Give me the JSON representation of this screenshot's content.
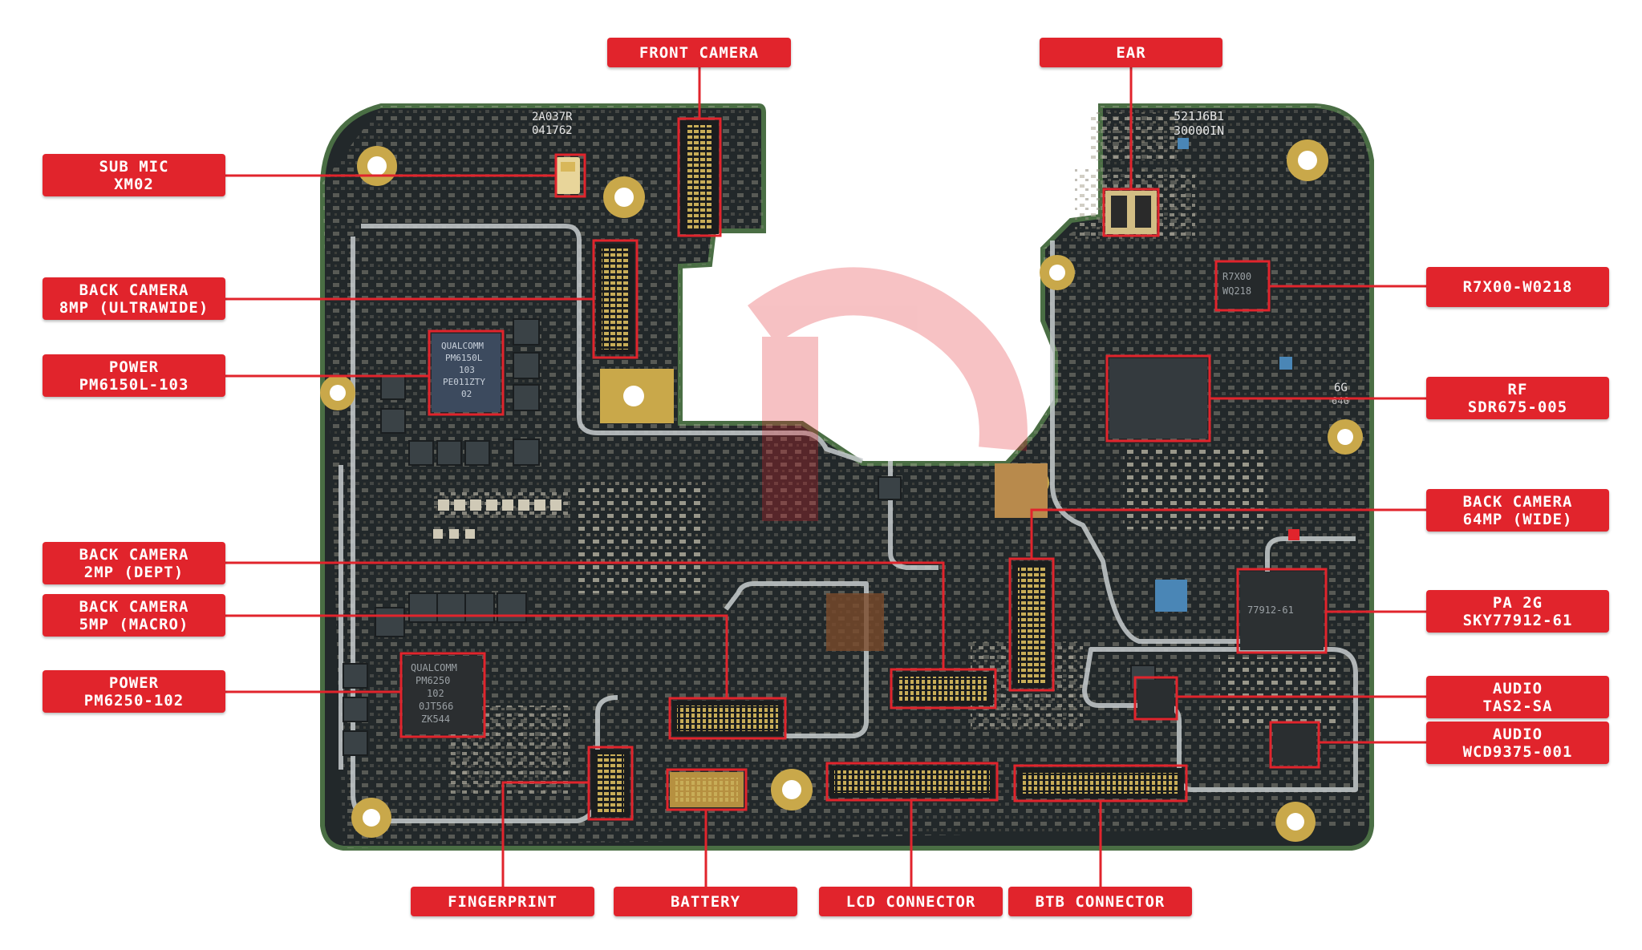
{
  "board": {
    "silkscreen_left": [
      "2A037R",
      "041762"
    ],
    "silkscreen_right": [
      "521J6B1",
      "30000IN"
    ],
    "chip_pm6150l": [
      "QUALCOMM",
      "PM6150L",
      "103",
      "PE011ZTY",
      "02"
    ],
    "chip_pm6250": [
      "QUALCOMM",
      "PM6250",
      "102",
      "0JT566",
      "ZK544"
    ],
    "chip_r7x00": [
      "R7X00",
      "WQ218"
    ],
    "chip_sky": [
      "77912-61"
    ],
    "side_marks": [
      "6G",
      "64G"
    ]
  },
  "labels": {
    "front_camera": [
      "FRONT CAMERA"
    ],
    "ear": [
      "EAR"
    ],
    "sub_mic": [
      "SUB MIC",
      "XM02"
    ],
    "back_camera_8mp": [
      "BACK CAMERA",
      "8MP (ULTRAWIDE)"
    ],
    "power_pm6150l": [
      "POWER",
      "PM6150L-103"
    ],
    "back_camera_2mp": [
      "BACK CAMERA",
      "2MP (DEPT)"
    ],
    "back_camera_5mp": [
      "BACK CAMERA",
      "5MP (MACRO)"
    ],
    "power_pm6250": [
      "POWER",
      "PM6250-102"
    ],
    "r7x00": [
      "R7X00-W0218"
    ],
    "rf": [
      "RF",
      "SDR675-005"
    ],
    "back_camera_64mp": [
      "BACK CAMERA",
      "64MP (WIDE)"
    ],
    "pa_2g": [
      "PA 2G",
      "SKY77912-61"
    ],
    "audio_tas2": [
      "AUDIO",
      "TAS2-SA"
    ],
    "audio_wcd": [
      "AUDIO",
      "WCD9375-001"
    ],
    "fingerprint": [
      "FINGERPRINT"
    ],
    "battery": [
      "BATTERY"
    ],
    "lcd_connector": [
      "LCD CONNECTOR"
    ],
    "btb_connector": [
      "BTB CONNECTOR"
    ]
  },
  "colors": {
    "label_red": "#e1242c",
    "pcb_dark": "#22282a",
    "pcb_edge": "#3d5a3a",
    "gold": "#c9a84a",
    "silver": "#c7ccce",
    "highlight": "#e1242c"
  }
}
